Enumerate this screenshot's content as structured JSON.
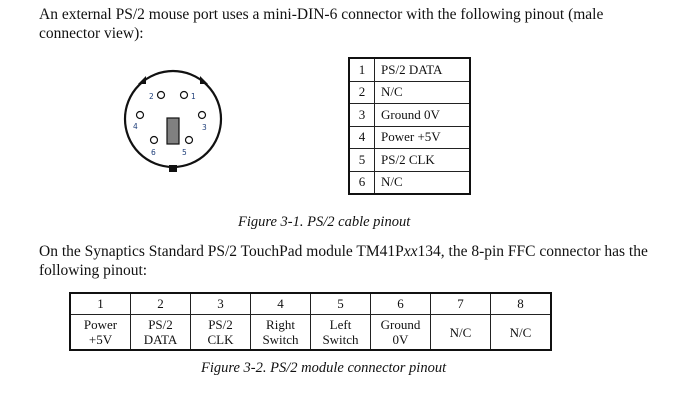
{
  "intro_paragraph": "An external PS/2 mouse port uses a mini-DIN-6 connector with the following pinout (male connector view):",
  "connector_diagram": {
    "pin_labels": [
      "1",
      "2",
      "3",
      "4",
      "5",
      "6"
    ],
    "label_color": "#1f3f7a",
    "key_color": "#808080"
  },
  "cable_pinout_table": [
    {
      "pin": "1",
      "signal": "PS/2 DATA"
    },
    {
      "pin": "2",
      "signal": "N/C"
    },
    {
      "pin": "3",
      "signal": "Ground 0V"
    },
    {
      "pin": "4",
      "signal": "Power +5V"
    },
    {
      "pin": "5",
      "signal": "PS/2 CLK"
    },
    {
      "pin": "6",
      "signal": "N/C"
    }
  ],
  "figure1_caption": "Figure 3-1.  PS/2 cable pinout",
  "module_paragraph": "On the Synaptics Standard PS/2 TouchPad module TM41Pxx134, the 8-pin FFC connector has the following pinout:",
  "module_table": {
    "pins": [
      "1",
      "2",
      "3",
      "4",
      "5",
      "6",
      "7",
      "8"
    ],
    "signals": [
      [
        "Power",
        "+5V"
      ],
      [
        "PS/2",
        "DATA"
      ],
      [
        "PS/2",
        "CLK"
      ],
      [
        "Right",
        "Switch"
      ],
      [
        "Left",
        "Switch"
      ],
      [
        "Ground",
        "0V"
      ],
      [
        "N/C"
      ],
      [
        "N/C"
      ]
    ]
  },
  "figure2_caption": "Figure 3-2.  PS/2 module connector pinout"
}
